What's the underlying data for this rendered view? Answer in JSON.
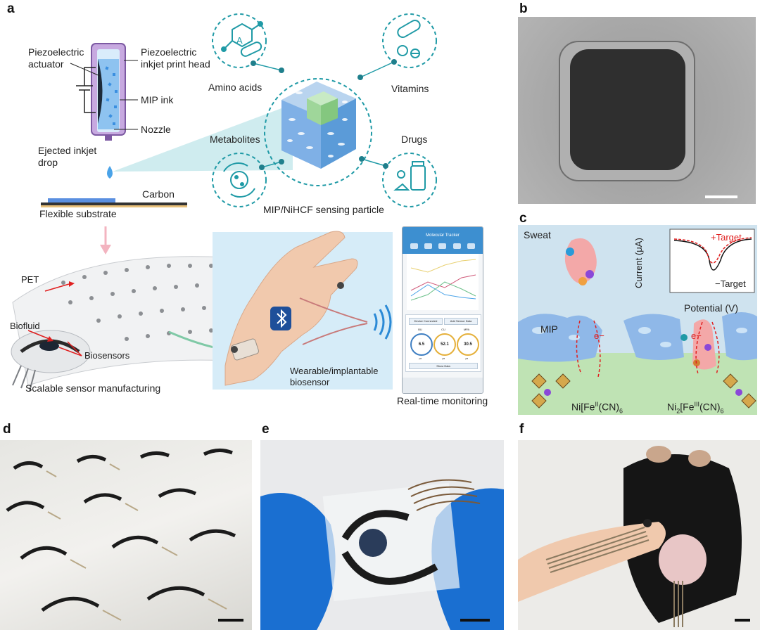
{
  "panel_letters": {
    "a": "a",
    "b": "b",
    "c": "c",
    "d": "d",
    "e": "e",
    "f": "f"
  },
  "panel_a": {
    "printhead_labels": {
      "actuator": "Piezoelectric actuator",
      "printhead": "Piezoelectric inkjet print head",
      "ink": "MIP ink",
      "nozzle": "Nozzle",
      "drop": "Ejected inkjet drop",
      "carbon": "Carbon",
      "substrate": "Flexible substrate"
    },
    "analytes": {
      "amino_acids": "Amino acids",
      "vitamins": "Vitamins",
      "metabolites": "Metabolites",
      "drugs": "Drugs",
      "amino_glyph": "A"
    },
    "particle_label": "MIP/NiHCF sensing particle",
    "manufacturing": {
      "pet": "PET",
      "biofluid": "Biofluid",
      "biosensors": "Biosensors",
      "caption": "Scalable sensor manufacturing"
    },
    "wearable_caption": "Wearable/implantable biosensor",
    "monitoring_caption": "Real-time monitoring",
    "phone": {
      "title": "Molecular Tracker",
      "buttons": [
        "Device Connected",
        "Add Sensor Data"
      ],
      "readouts": [
        {
          "name": "BU",
          "value": "6.5",
          "unit": "μM"
        },
        {
          "name": "CU",
          "value": "52.1",
          "unit": "μM"
        },
        {
          "name": "MPA",
          "value": "30.5",
          "unit": "μM"
        }
      ],
      "show_data": "Show Data"
    }
  },
  "panel_c": {
    "sweat": "Sweat",
    "mip": "MIP",
    "electron": "e−",
    "legend_plus": "+Target",
    "legend_minus": "−Target",
    "ylabel": "Current (μA)",
    "xlabel": "Potential (V)",
    "ni_left": "Ni[Fe",
    "ni_left_ox": "II",
    "ni_left_tail": "(CN)",
    "ni_left_sub": "6",
    "ni_right_pre": "Ni",
    "ni_right_sub1": "2",
    "ni_right_mid": "[Fe",
    "ni_right_ox": "III",
    "ni_right_tail": "(CN)",
    "ni_right_sub2": "6"
  },
  "colors": {
    "teal": "#1f9aa6",
    "particle_blue": "#5b9bd8",
    "sweat_bg": "#cfe3ef",
    "substrate_green": "#bfe3b4",
    "bluetooth": "#1e4f9a",
    "glove_blue": "#1a6fd1"
  }
}
